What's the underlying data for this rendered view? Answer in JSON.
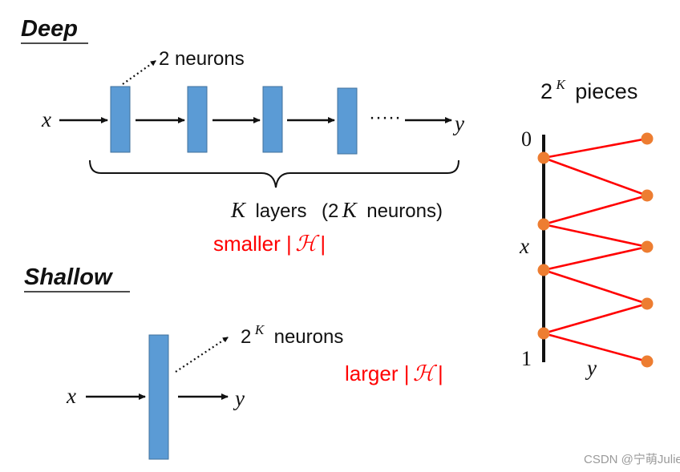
{
  "deep": {
    "title": "Deep",
    "neuron_note": "2 neurons",
    "input": "x",
    "output": "y",
    "ellipsis": "·····",
    "layers_k": "K",
    "layers_word": "layers",
    "layers_paren_open": "(2",
    "layers_paren_k": "K",
    "layers_paren_close": "neurons)",
    "complexity_prefix": "smaller |",
    "complexity_symbol": "ℋ",
    "complexity_suffix": "|"
  },
  "shallow": {
    "title": "Shallow",
    "neuron_note_base": "2",
    "neuron_note_exp": "K",
    "neuron_note_word": "neurons",
    "input": "x",
    "output": "y",
    "complexity_prefix": "larger |",
    "complexity_symbol": "ℋ",
    "complexity_suffix": "|"
  },
  "pieces": {
    "label_base": "2",
    "label_exp": "K",
    "label_word": "pieces",
    "axis_top": "0",
    "axis_bottom": "1",
    "axis_x": "x",
    "axis_y": "y",
    "line_color": "#ff0000",
    "point_color": "#ed7d31"
  },
  "watermark": "CSDN @宁萌Julie",
  "colors": {
    "neuron": "#5b9bd5",
    "emphasis": "#ff0000"
  }
}
